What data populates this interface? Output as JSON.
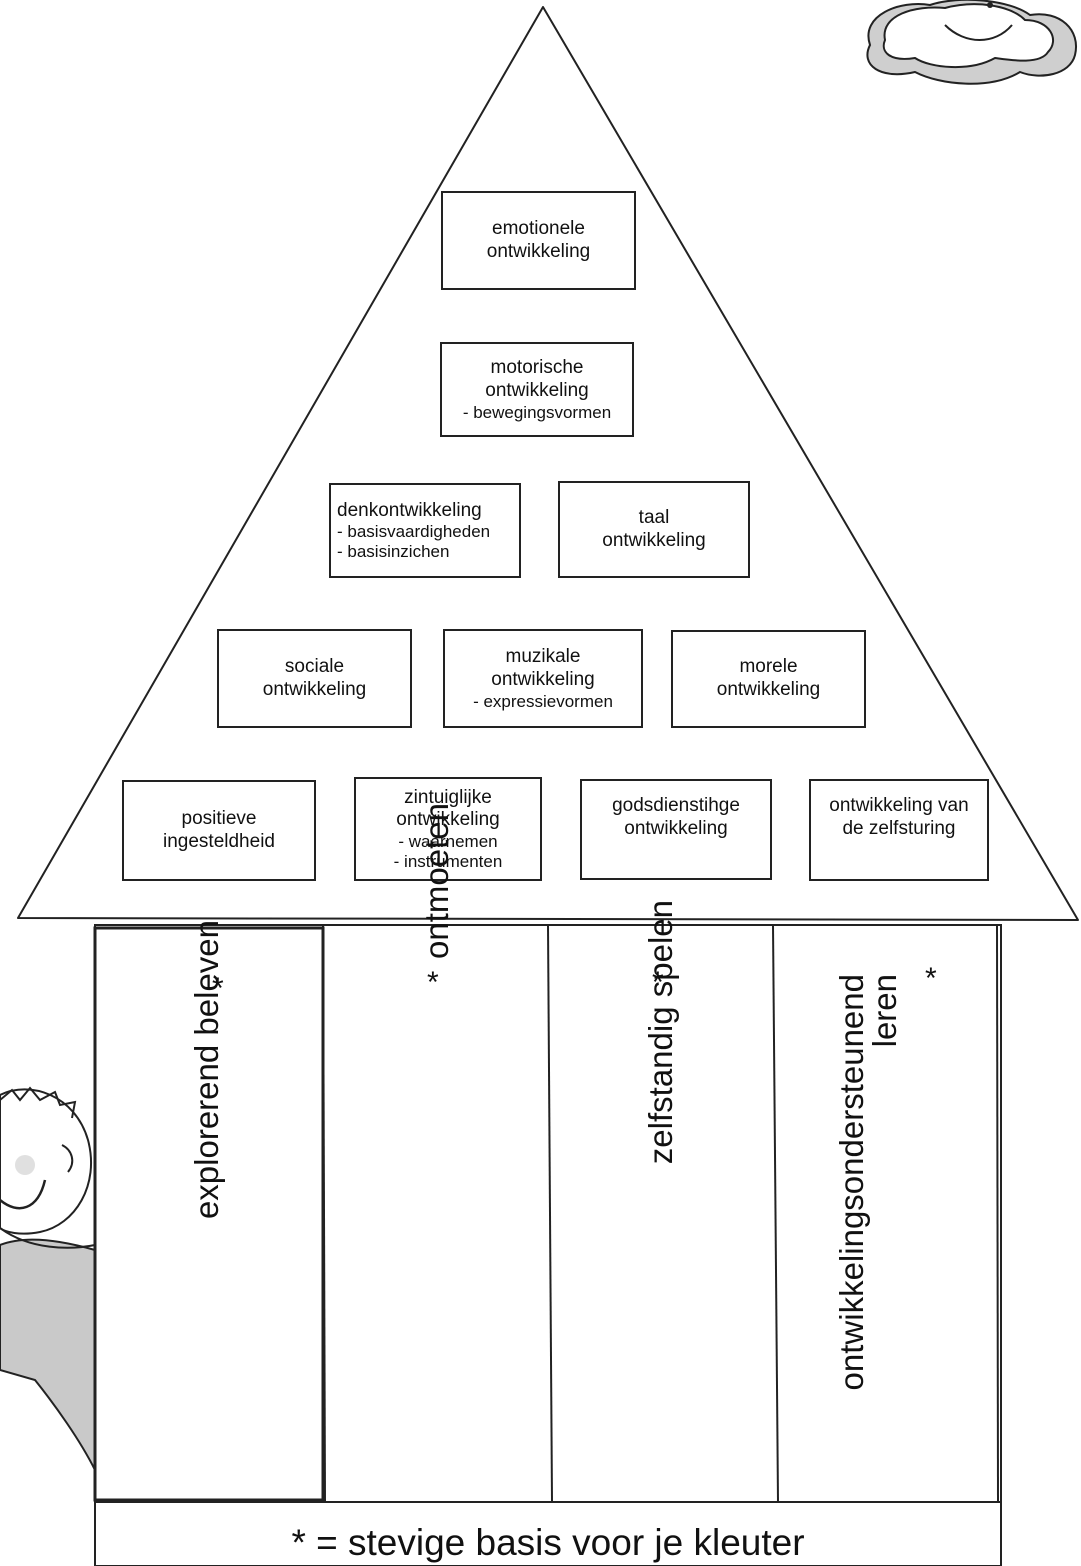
{
  "pyramid": {
    "row1": [
      {
        "title": "emotionele ontwikkeling",
        "lines": [
          "emotionele",
          "ontwikkeling"
        ],
        "subs": []
      }
    ],
    "row2": [
      {
        "lines": [
          "motorische",
          "ontwikkeling"
        ],
        "subs": [
          "- bewegingsvormen"
        ]
      }
    ],
    "row3": [
      {
        "lines": [
          "denkontwikkeling"
        ],
        "subs": [
          "- basisvaardigheden",
          "- basisinzichen"
        ]
      },
      {
        "lines": [
          "taal",
          "ontwikkeling"
        ],
        "subs": []
      }
    ],
    "row4": [
      {
        "lines": [
          "sociale",
          "ontwikkeling"
        ],
        "subs": []
      },
      {
        "lines": [
          "muzikale",
          "ontwikkeling"
        ],
        "subs": [
          "- expressievormen"
        ]
      },
      {
        "lines": [
          "morele",
          "ontwikkeling"
        ],
        "subs": []
      }
    ],
    "row5": [
      {
        "lines": [
          "positieve",
          "ingesteldheid"
        ],
        "subs": []
      },
      {
        "lines": [
          "zintuiglijke",
          "ontwikkeling"
        ],
        "subs": [
          "- waarnemen",
          "- instrumenten"
        ]
      },
      {
        "lines": [
          "godsdienstihge",
          "ontwikkeling"
        ],
        "subs": []
      },
      {
        "lines": [
          "ontwikkeling van",
          "de zelfsturing"
        ],
        "subs": []
      }
    ]
  },
  "pillars": [
    {
      "lines": [
        "explorerend beleven"
      ],
      "star": "*"
    },
    {
      "lines": [
        "ontmoeten"
      ],
      "star": "*"
    },
    {
      "lines": [
        "zelfstandig spelen"
      ],
      "star": "*"
    },
    {
      "lines": [
        "ontwikkelingsondersteunend",
        "leren"
      ],
      "star": "*"
    }
  ],
  "footer": {
    "text": "*  =  stevige basis voor je kleuter"
  },
  "colors": {
    "ink": "#222222",
    "cartoon_gray": "#c9c9c9",
    "background": "#ffffff"
  },
  "decorations": [
    "cloud-illustration",
    "child-illustration"
  ]
}
